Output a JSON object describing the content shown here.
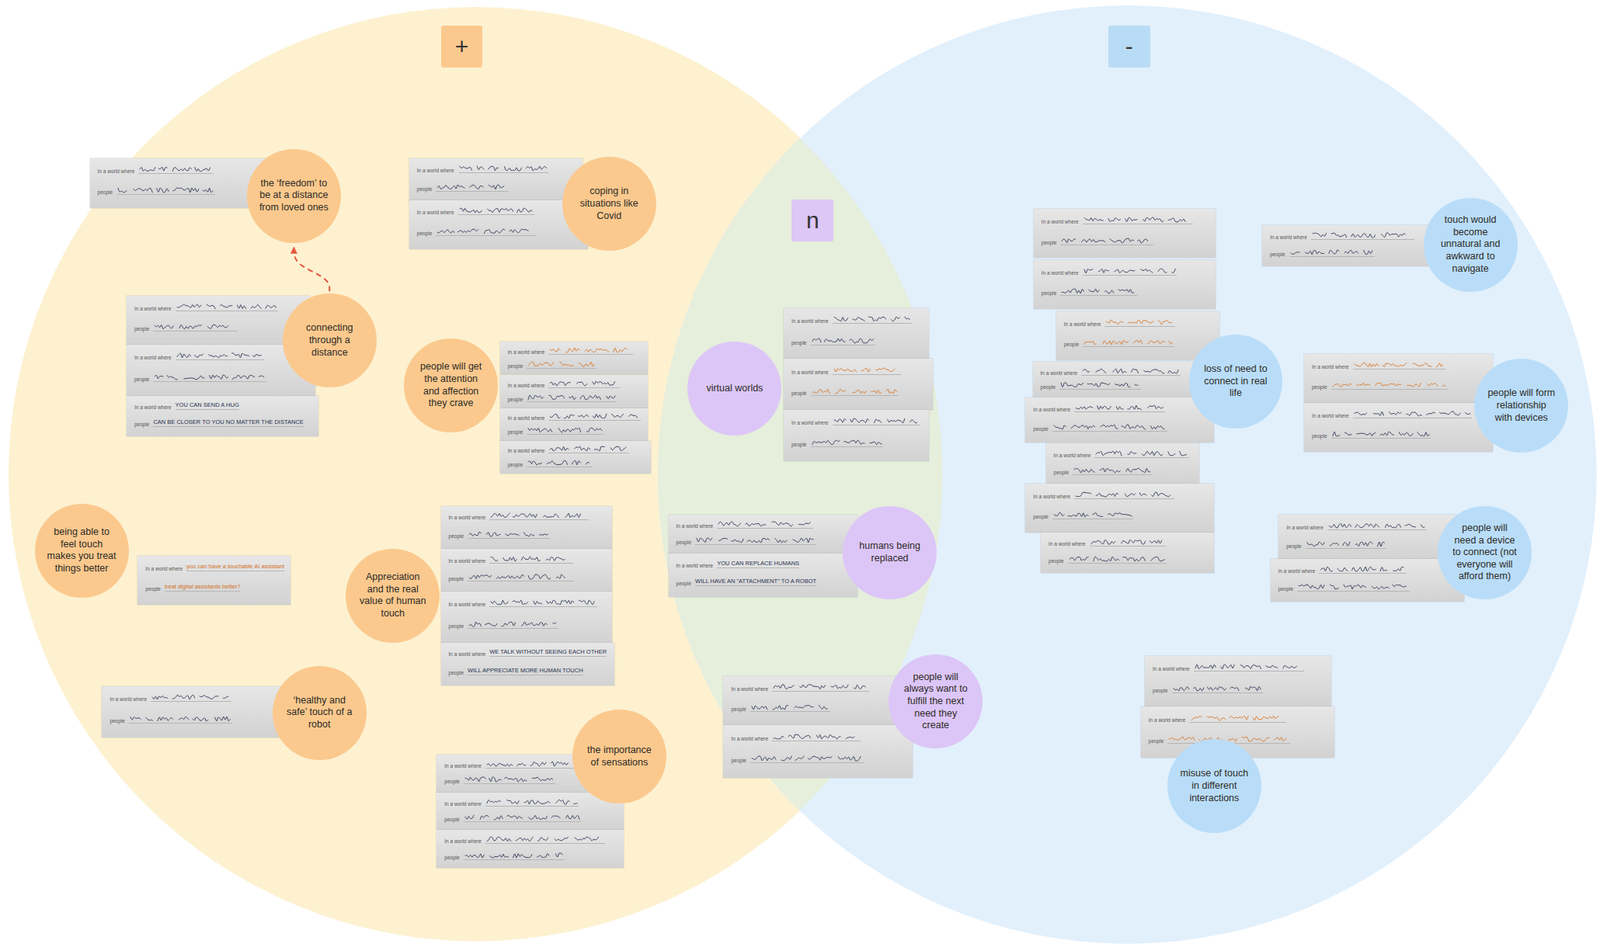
{
  "diagram": {
    "nodes": [
      {
        "text": [
          "+"
        ]
      },
      {
        "text": [
          "the ‘freedom’ to be at a distance from loved ones"
        ],
        "in": 0
      },
      {
        "text": [
          "coping in situations like Covid"
        ],
        "in": 0
      },
      {
        "text": [
          "connecting through a distance"
        ],
        "in": 0
      },
      {
        "text": [
          "people will get the attention and affection they crave"
        ],
        "in": 0
      },
      {
        "text": [
          "being able to feel touch makes you treat things better"
        ],
        "in": 0
      },
      {
        "text": [
          "Appreciation and the real value of human touch"
        ],
        "in": 0
      },
      {
        "text": [
          "‘healthy and safe’ touch of a robot"
        ],
        "in": 0
      },
      {
        "text": [
          "the importance of sensations"
        ],
        "in": 0
      },
      {
        "text": [
          "n"
        ]
      },
      {
        "text": [
          "virtual worlds"
        ],
        "in": 9
      },
      {
        "text": [
          "humans being replaced"
        ],
        "in": 9
      },
      {
        "text": [
          "people will always want to fulfill the next need they create"
        ],
        "in": 9
      },
      {
        "text": [
          "-"
        ]
      },
      {
        "text": [
          "touch would become unnatural and awkward to navigate"
        ],
        "in": 13
      },
      {
        "text": [
          "loss of need to connect in real life"
        ],
        "in": 13
      },
      {
        "text": [
          "people will form relationship with devices"
        ],
        "in": 13
      },
      {
        "text": [
          "people will need a device to connect (not everyone will afford them)"
        ],
        "in": 13
      },
      {
        "text": [
          "misuse of touch in different interactions"
        ],
        "in": 13
      }
    ],
    "edges": [
      {
        "from": 3,
        "to": 1,
        "arrow": "to"
      }
    ],
    "labels": [
      "In a world where",
      "people",
      "In a world where",
      "people",
      "In a world where",
      "people",
      "In a world where",
      "YOU CAN SEND A HUG",
      "people",
      "CAN BE CLOSER TO YOU NO MATTER THE DISTANCE",
      "In a world where",
      "people",
      "In a world where",
      "people",
      "In a world where",
      "people",
      "In a world where",
      "people",
      "In a world where",
      "people",
      "In a world where",
      "people",
      "In a world where",
      "you can have a touchable AI assistant",
      "people",
      "treat digital assistants better?",
      "In a world where",
      "people",
      "In a world where",
      "people",
      "In a world where",
      "people",
      "In a world where",
      "WE TALK WITHOUT SEEING EACH OTHER",
      "people",
      "WILL APPRECIATE MORE HUMAN TOUCH",
      "In a world where",
      "people",
      "In a world where",
      "people",
      "In a world where",
      "people",
      "In a world where",
      "people",
      "In a world where",
      "people",
      "In a world where",
      "people",
      "In a world where",
      "people",
      "In a world where",
      "people",
      "In a world where",
      "YOU CAN REPLACE HUMANS",
      "people",
      "WILL HAVE AN \"ATTACHMENT\" TO A ROBOT",
      "In a world where",
      "people",
      "In a world where",
      "people",
      "In a world where",
      "people",
      "In a world where",
      "people",
      "In a world where",
      "people",
      "In a world where",
      "people",
      "In a world where",
      "people",
      "In a world where",
      "people",
      "In a world where",
      "people",
      "In a world where",
      "people",
      "In a world where",
      "people",
      "In a world where",
      "people",
      "In a world where",
      "people",
      "In a world where",
      "people",
      "In a world where",
      "people",
      "In a world where",
      "people",
      "In a world where",
      "people"
    ]
  }
}
